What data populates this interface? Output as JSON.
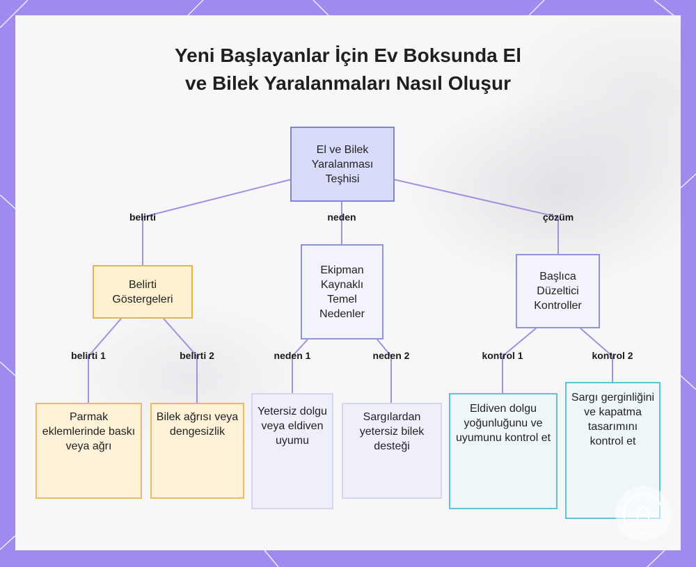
{
  "title": {
    "line1": "Yeni Başlayanlar İçin Ev Boksunda El",
    "line2": "ve Bilek Yaralanmaları Nasıl Oluşur"
  },
  "root": {
    "label": "El ve Bilek Yaralanması Teşhisi"
  },
  "edges": {
    "belirti": "belirti",
    "neden": "neden",
    "cozum": "çözüm",
    "belirti1": "belirti 1",
    "belirti2": "belirti 2",
    "neden1": "neden 1",
    "neden2": "neden 2",
    "kontrol1": "kontrol 1",
    "kontrol2": "kontrol 2"
  },
  "categories": {
    "symptoms": "Belirti Göstergeleri",
    "causes": "Ekipman Kaynaklı Temel Nedenler",
    "fixes": "Başlıca Düzeltici Kontroller"
  },
  "leaves": {
    "symptom1": "Parmak eklemlerinde baskı veya ağrı",
    "symptom2": "Bilek ağrısı veya dengesizlik",
    "cause1": "Yetersiz dolgu veya eldiven uyumu",
    "cause2": "Sargılardan yetersiz bilek desteği",
    "fix1": "Eldiven dolgu yoğunluğunu ve uyumunu kontrol et",
    "fix2": "Sargı gerginliğini ve kapatma tasarımını kontrol et"
  },
  "colors": {
    "frame": "#a08af0",
    "connector": "#a58ee0",
    "root_fill": "#d8dbfa",
    "yellow_border": "#e2b54c",
    "cyan_border": "#5fc3d6"
  }
}
